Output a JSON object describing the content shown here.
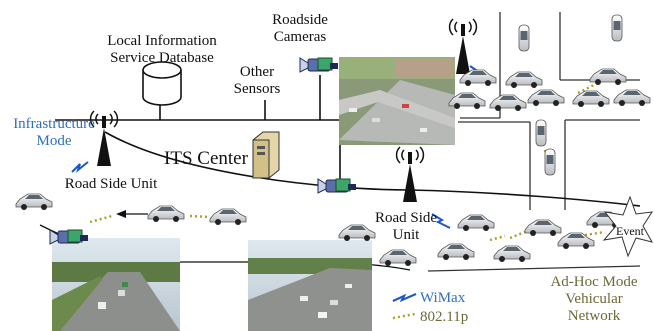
{
  "labels": {
    "database": [
      "Local Information",
      "Service Database"
    ],
    "cameras": [
      "Roadside",
      "Cameras"
    ],
    "sensors": [
      "Other",
      "Sensors"
    ],
    "infra": [
      "Infrastructure",
      "Mode"
    ],
    "its_center": "ITS Center",
    "rsu_left": "Road Side Unit",
    "rsu_mid": [
      "Road Side",
      "Unit"
    ],
    "event": "Event",
    "adhoc": [
      "Ad-Hoc Mode",
      "Vehicular",
      "Network"
    ]
  },
  "legend": {
    "wimax": "WiMax",
    "wifi": "802.11p"
  },
  "colors": {
    "text": "#111111",
    "infra_blue": "#2f6fc0",
    "adhoc_olive": "#6b6a38",
    "wifi_dots": "#a8a226",
    "wimax_blue": "#1e56c8"
  }
}
